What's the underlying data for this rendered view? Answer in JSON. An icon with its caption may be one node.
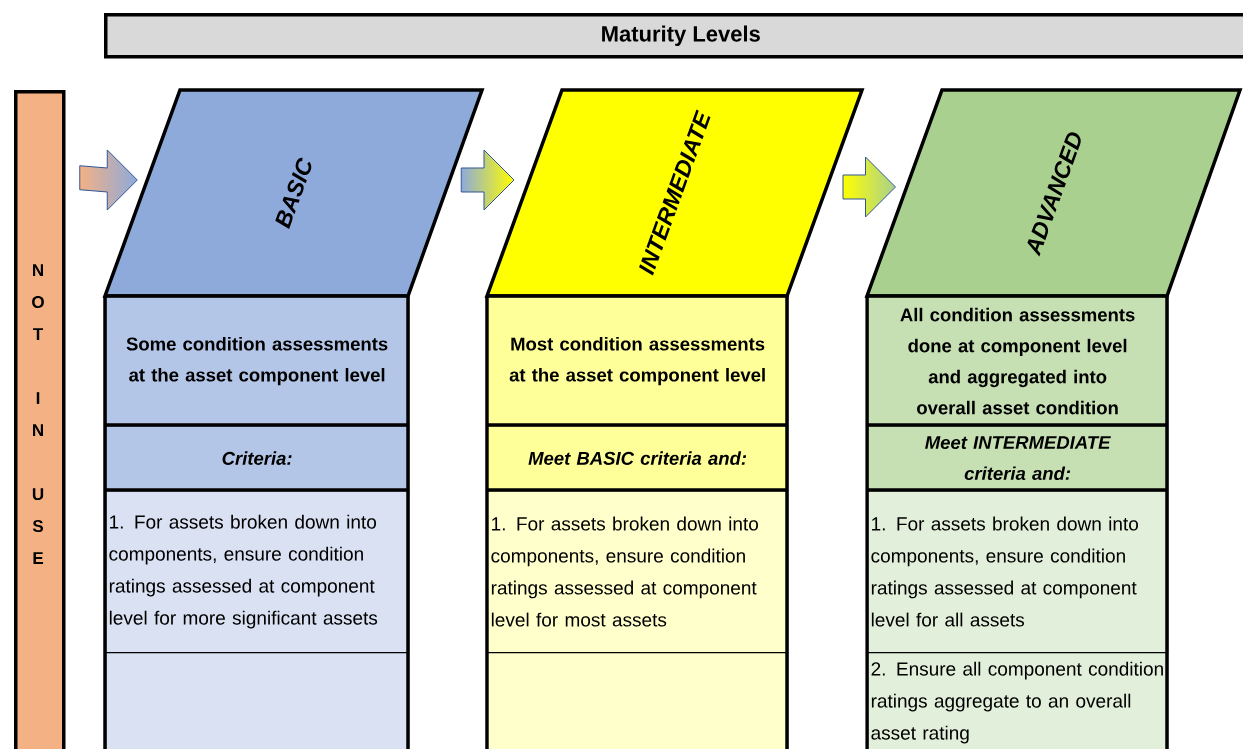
{
  "diagram": {
    "title": "Maturity Levels",
    "nodes": [
      {
        "text": [
          "NOT IN USE"
        ]
      },
      {
        "text": [
          "BASIC"
        ]
      },
      {
        "text": [
          "Some condition assessments at the asset component level"
        ]
      },
      {
        "text": [
          "Criteria:"
        ]
      },
      {
        "text": [
          "1.  For assets broken down into components, ensure condition ratings assessed at component level for more significant assets"
        ]
      },
      {
        "text": [],
        "shape": "box"
      },
      {
        "text": [
          "INTERMEDIATE"
        ]
      },
      {
        "text": [
          "Most condition assessments at the asset component level"
        ]
      },
      {
        "text": [
          "Meet BASIC criteria and:"
        ]
      },
      {
        "text": [
          "1.  For assets broken down into components, ensure condition ratings assessed at component level for most assets"
        ]
      },
      {
        "text": [],
        "shape": "box"
      },
      {
        "text": [
          "ADVANCED"
        ]
      },
      {
        "text": [
          "All condition assessments done at component level and aggregated into overall asset condition"
        ]
      },
      {
        "text": [
          "Meet INTERMEDIATE criteria and:"
        ]
      },
      {
        "text": [
          "1.  For assets broken down into components, ensure condition ratings assessed at component level for all assets"
        ]
      },
      {
        "text": [
          "2.  Ensure all component condition ratings aggregate to an overall asset rating"
        ]
      }
    ],
    "edges": [
      {
        "from": 0,
        "to": 1,
        "arrow": "to"
      },
      {
        "from": 1,
        "to": 6,
        "arrow": "to"
      },
      {
        "from": 6,
        "to": 11,
        "arrow": "to"
      }
    ]
  }
}
